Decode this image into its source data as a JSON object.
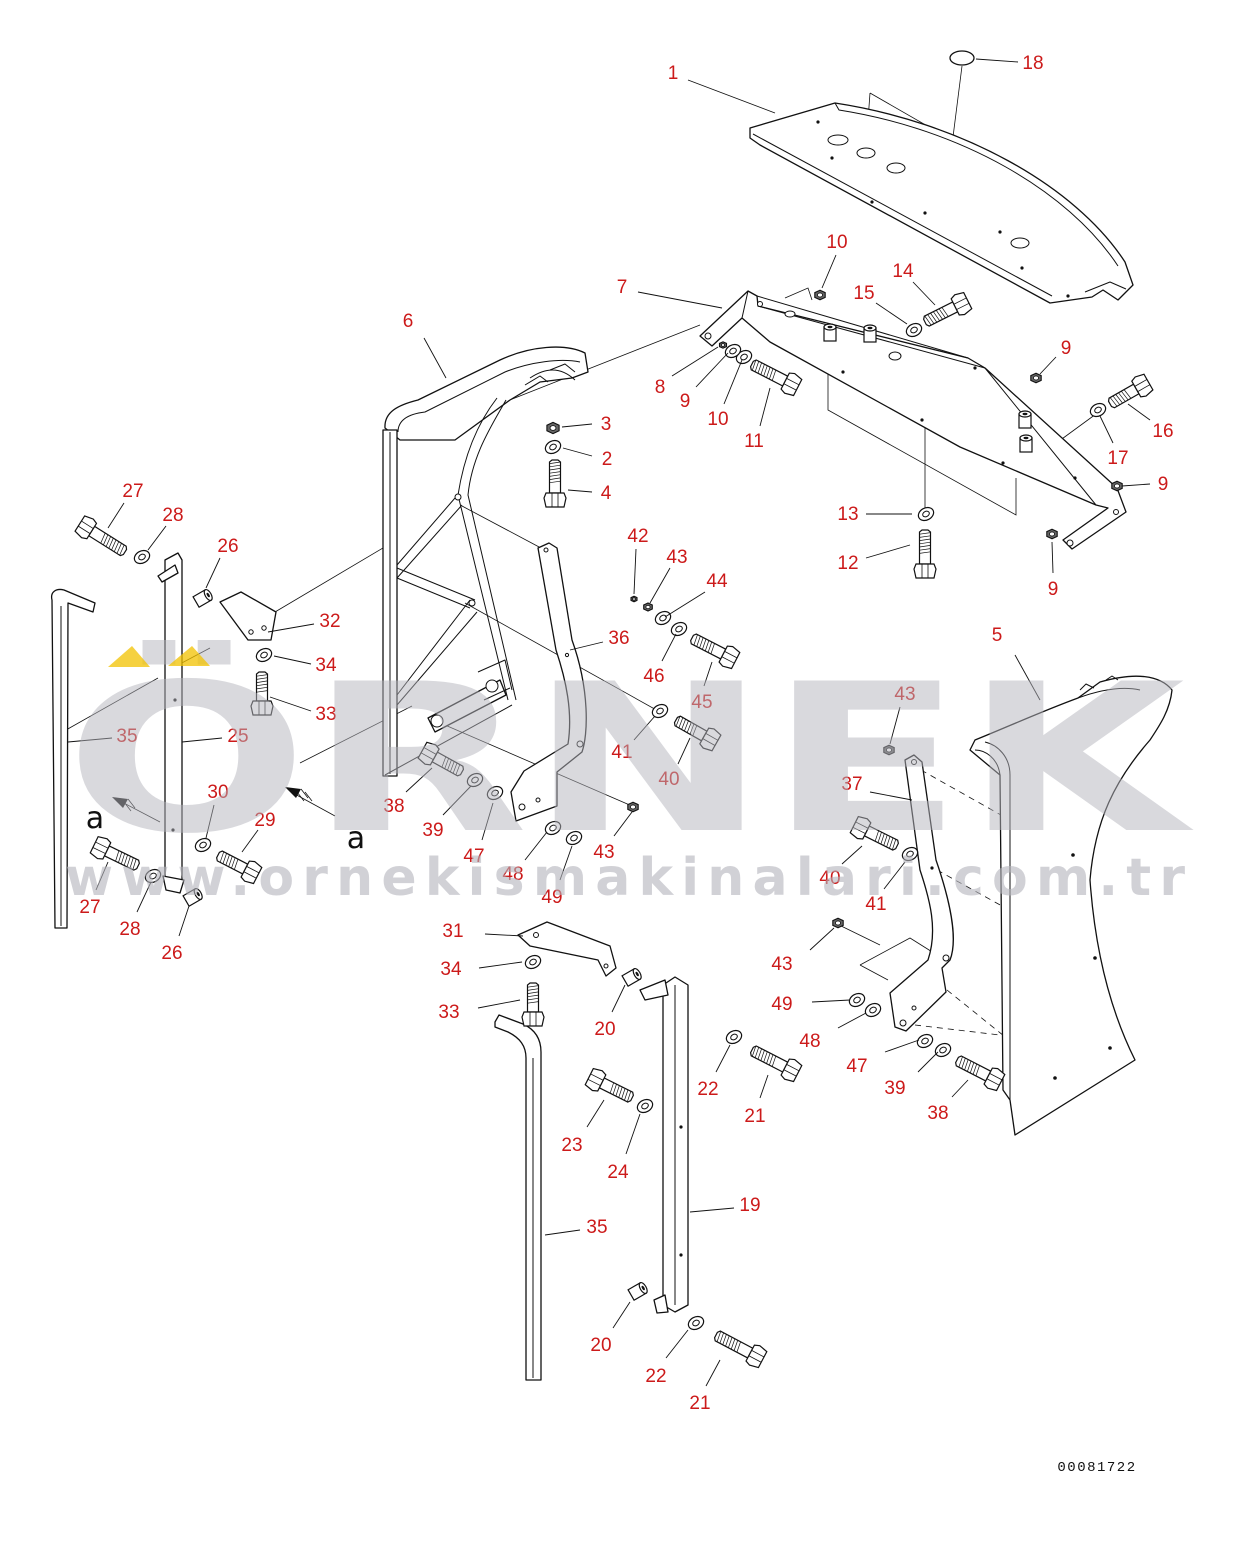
{
  "diagram": {
    "callouts": [
      "1",
      "18",
      "10",
      "14",
      "15",
      "7",
      "6",
      "3",
      "2",
      "4",
      "8",
      "9",
      "10",
      "11",
      "9",
      "16",
      "17",
      "9",
      "13",
      "12",
      "9",
      "27",
      "28",
      "26",
      "42",
      "43",
      "44",
      "36",
      "32",
      "34",
      "33",
      "46",
      "45",
      "5",
      "43",
      "35",
      "25",
      "41",
      "40",
      "37",
      "30",
      "29",
      "38",
      "39",
      "47",
      "48",
      "43",
      "49",
      "40",
      "41",
      "27",
      "28",
      "26",
      "31",
      "34",
      "33",
      "20",
      "43",
      "49",
      "48",
      "47",
      "39",
      "38",
      "22",
      "21",
      "23",
      "24",
      "19",
      "35",
      "20",
      "22",
      "21"
    ],
    "view_markers": [
      "a",
      "a"
    ],
    "drawing_number": "00081722"
  },
  "watermark": {
    "brand": "ÖRNEK",
    "url": "www.ornekismakinalari.com.tr"
  },
  "colors": {
    "callout": "#cc1a1a",
    "linework": "#111111",
    "watermark": "#b4b4bc",
    "watermark_accent": "#f2c200"
  }
}
